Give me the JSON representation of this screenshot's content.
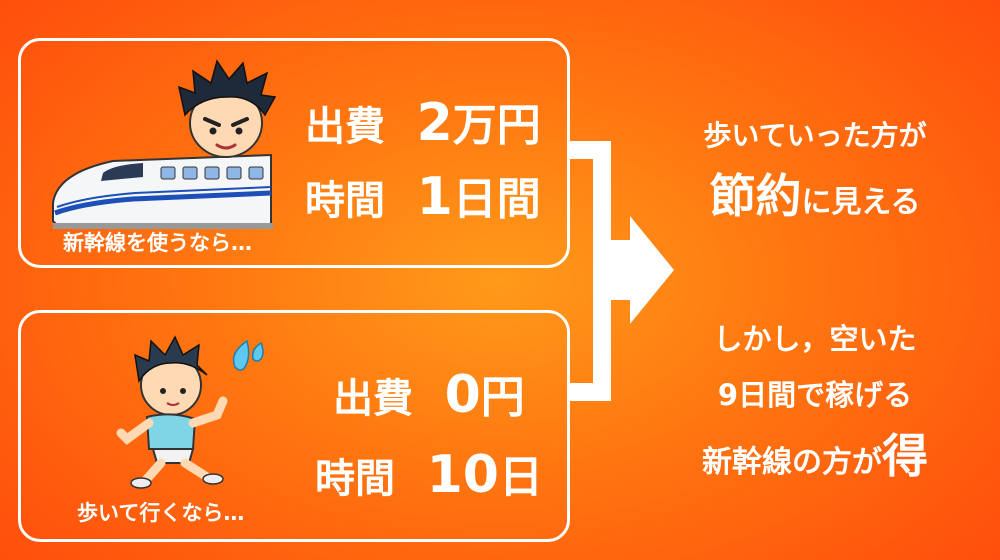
{
  "top_panel": {
    "cost_label": "出費",
    "cost_value_num": "2",
    "cost_value_unit": "万円",
    "time_label": "時間",
    "time_value_num": "1",
    "time_value_unit": "日間",
    "caption": "新幹線を使うなら…"
  },
  "bottom_panel": {
    "cost_label": "出費",
    "cost_value_num": "0",
    "cost_value_unit": "円",
    "time_label": "時間",
    "time_value_num": "10",
    "time_value_unit": "日",
    "caption": "歩いて行くなら…"
  },
  "conclusion": {
    "line1": "歩いていった方が",
    "line2_emphasis": "節約",
    "line2_rest": "に見える",
    "line3": "しかし，空いた",
    "line4": "9日間で稼げる",
    "line5_rest": "新幹線の方が",
    "line5_emphasis": "得"
  },
  "colors": {
    "background_center": "#ff9a1a",
    "background_edge": "#ff4a0c",
    "text": "#ffffff"
  },
  "icons": [
    "bullet-train-icon",
    "boy-face-icon",
    "running-boy-icon",
    "sweat-drop-icon",
    "bracket-arrow-icon"
  ]
}
